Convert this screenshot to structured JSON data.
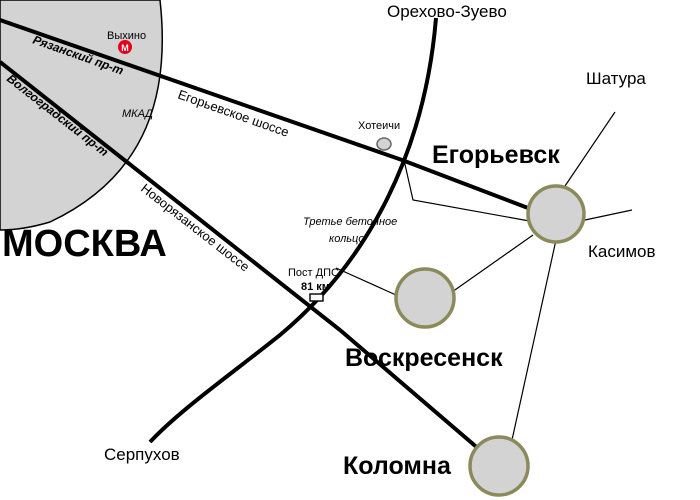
{
  "moscow": "МОСКВА",
  "metro": {
    "station": "Выхино",
    "symbol": "М"
  },
  "mkad": "МКАД",
  "roads": {
    "ryazansky": "Рязанский пр-т",
    "volgogradsky": "Волгоградский пр-т",
    "egorievskoe": "Егорьевское шоссе",
    "novoryazanskoe": "Новорязанское шоссе"
  },
  "ring": {
    "line1": "Третье бетонное",
    "line2": "кольцо"
  },
  "post": {
    "line1": "Пост ДПС",
    "line2": "81 км"
  },
  "villages": {
    "hotеichi": "Хотеичи"
  },
  "cities": {
    "orekhovo": "Орехово-Зуево",
    "shatura": "Шатура",
    "egorievsk": "Егорьевск",
    "kasimov": "Касимов",
    "voskresensk": "Воскресенск",
    "serpukhov": "Серпухов",
    "kolomna": "Коломна"
  },
  "colors": {
    "moscow_fill": "#d3d3d3",
    "circle_fill": "#d3d3d3",
    "circle_stroke": "#8a8a5a",
    "metro_red": "#e3001b",
    "road": "#000000"
  }
}
